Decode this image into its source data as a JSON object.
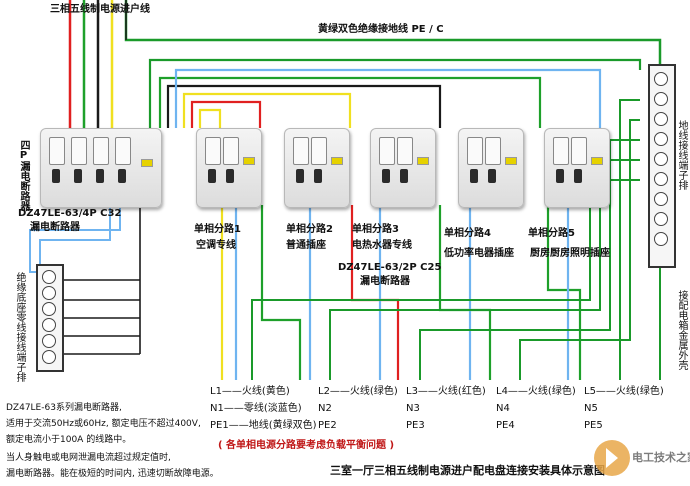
{
  "titles": {
    "incoming": "三相五线制电源进户线",
    "ground_wire": "黄绿双色绝缘接地线 PE / C"
  },
  "main_breaker": {
    "type_vertical": "四P漏电断路器",
    "model": "DZ47LE-63/4P C32",
    "name": "漏电断路器"
  },
  "left_bus": {
    "label": "绝缘底座零线接线端子排"
  },
  "right_bus": {
    "label": "地线接线端子排"
  },
  "rail_label": "接配电箱金属外壳",
  "branches": [
    {
      "title": "单相分路1",
      "sub": "空调专线"
    },
    {
      "title": "单相分路2",
      "sub": "普通插座"
    },
    {
      "title": "单相分路3",
      "sub": "电热水器专线"
    },
    {
      "title": "单相分路4",
      "sub": "低功率电器插座"
    },
    {
      "title": "单相分路5",
      "sub": "厨房厨房照明插座"
    }
  ],
  "branch_breaker": {
    "model": "DZ47LE-63/2P C25",
    "name": "漏电断路器"
  },
  "legend_cols": [
    {
      "l": "L1——火线(黄色)",
      "n": "N1——零线(淡蓝色)",
      "pe": "PE1——地线(黄绿双色)"
    },
    {
      "l": "L2——火线(绿色)",
      "n": "N2",
      "pe": "PE2"
    },
    {
      "l": "L3——火线(红色)",
      "n": "N3",
      "pe": "PE3"
    },
    {
      "l": "L4——火线(绿色)",
      "n": "N4",
      "pe": "PE4"
    },
    {
      "l": "L5——火线(绿色)",
      "n": "N5",
      "pe": "PE5"
    }
  ],
  "balance_note": "( 各单相电源分路要考虑负载平衡问题 )",
  "description_lines": [
    "DZ47LE-63系列漏电断路器,",
    "适用于交流50Hz或60Hz, 额定电压不超过400V,",
    "额定电流小于100A 的线路中。",
    "当人身触电或电网泄漏电流超过规定值时,",
    "漏电断路器。能在极短的时间内, 迅速切断故障电源。"
  ],
  "footer_title": "三室一厅三相五线制电源进户配电盘连接安装具体示意图",
  "watermark": "电工技术之家",
  "colors": {
    "ground": "#1a9a2a",
    "yellow": "#f0e020",
    "neutral": "#6fb4f0",
    "red": "#e02020",
    "green": "#1ea02a",
    "dark": "#1a1a1a"
  }
}
